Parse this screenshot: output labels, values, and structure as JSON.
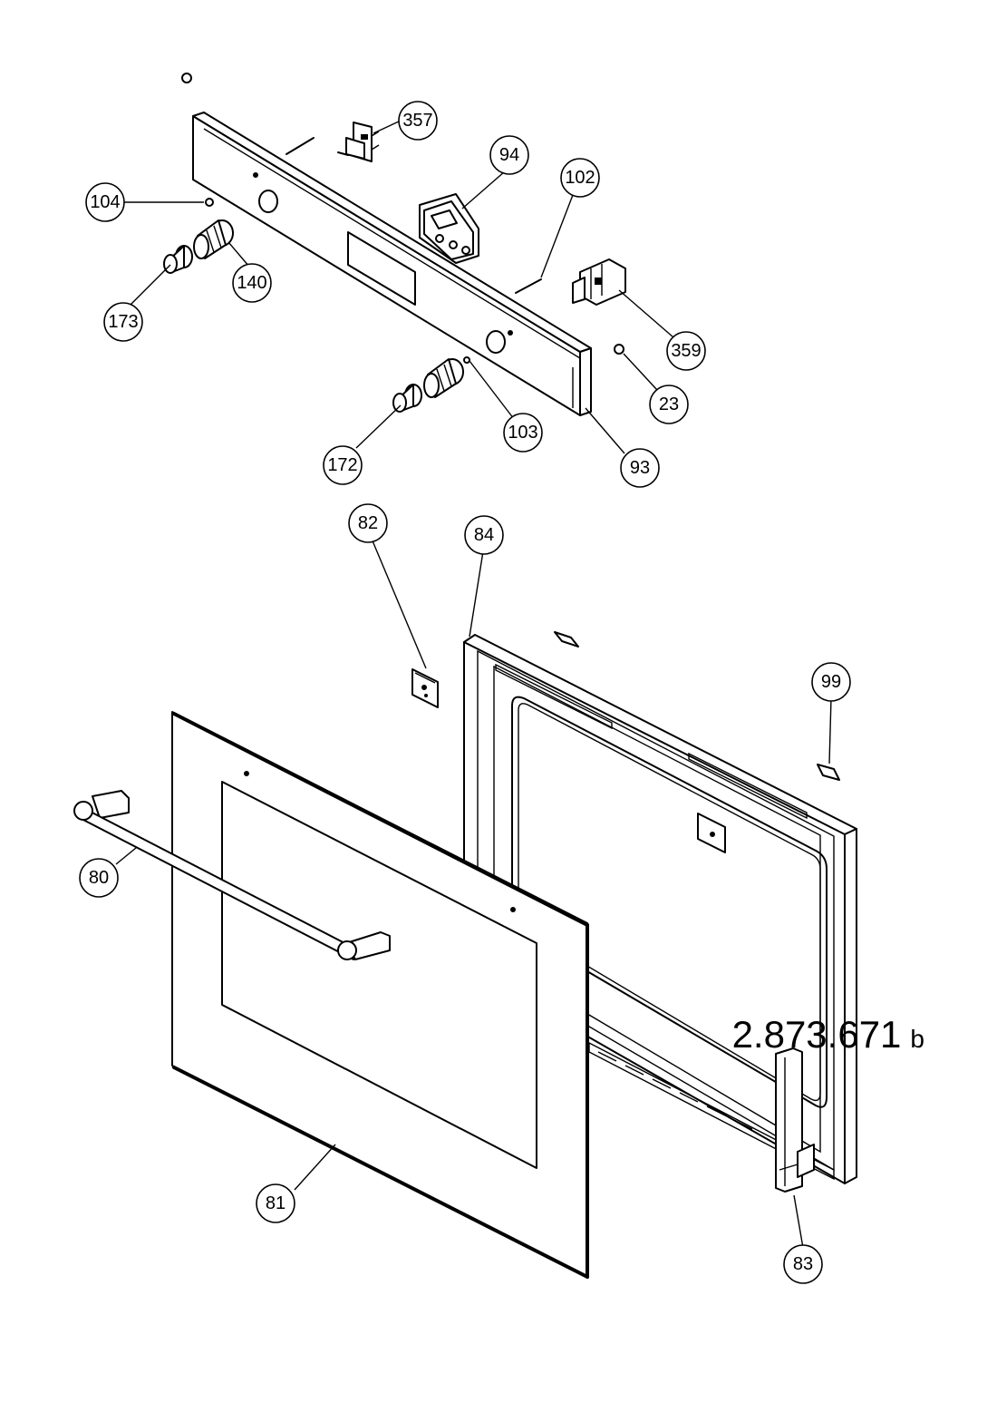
{
  "callouts": {
    "c357": "357",
    "c94": "94",
    "c102": "102",
    "c104": "104",
    "c140": "140",
    "c173": "173",
    "c359": "359",
    "c23": "23",
    "c103": "103",
    "c172": "172",
    "c93": "93",
    "c82": "82",
    "c84": "84",
    "c99": "99",
    "c80": "80",
    "c81": "81",
    "c83": "83"
  },
  "drawing": {
    "code": "2.873.671",
    "revision": "b"
  }
}
